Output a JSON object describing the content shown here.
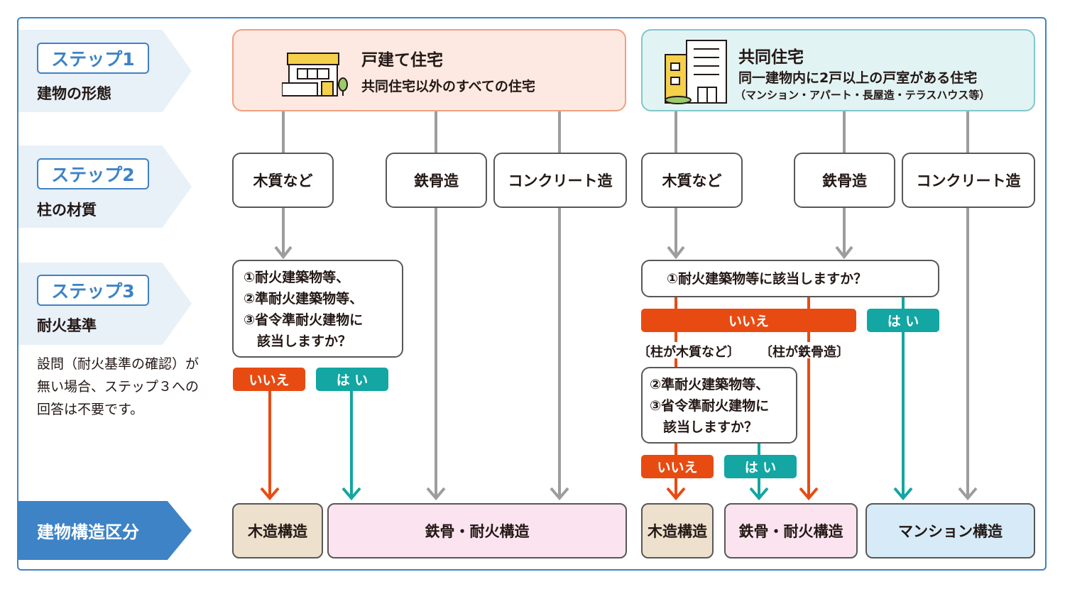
{
  "steps": [
    {
      "tag": "ステップ1",
      "sub": "建物の形態"
    },
    {
      "tag": "ステップ2",
      "sub": "柱の材質"
    },
    {
      "tag": "ステップ3",
      "sub": "耐火基準"
    }
  ],
  "note": "設問（耐火基準の確認）が無い場合、ステップ３への回答は不要です。",
  "final_label": "建物構造区分",
  "house": {
    "title": "戸建て住宅",
    "sub": "共同住宅以外のすべての住宅"
  },
  "apartment": {
    "title": "共同住宅",
    "sub": "同一建物内に2戸以上の戸室がある住宅",
    "note": "（マンション・アパート・長屋造・テラスハウス等）"
  },
  "materials": {
    "wood": "木質など",
    "steel": "鉄骨造",
    "concrete": "コンクリート造"
  },
  "questions": {
    "house_q": [
      "①耐火建築物等、",
      "②準耐火建築物等、",
      "③省令準耐火建物に",
      "　該当しますか？"
    ],
    "apt_q1": "①耐火建築物等に該当しますか？",
    "apt_q2": [
      "②準耐火建築物等、",
      "③省令準耐火建物に",
      "　該当しますか？"
    ]
  },
  "answers": {
    "no": "いいえ",
    "yes": "は い"
  },
  "conditions": {
    "wood": "〔柱が木質など〕",
    "steel": "〔柱が鉄骨造〕"
  },
  "results": {
    "wood": "木造構造",
    "steel": "鉄骨・耐火構造",
    "mansion": "マンション構造"
  },
  "colors": {
    "blue": "#3d83c6",
    "orange": "#e84b12",
    "teal": "#13a6a2",
    "gray": "#9d9d9d"
  },
  "icons": [
    "house-icon",
    "apartment-icon"
  ]
}
